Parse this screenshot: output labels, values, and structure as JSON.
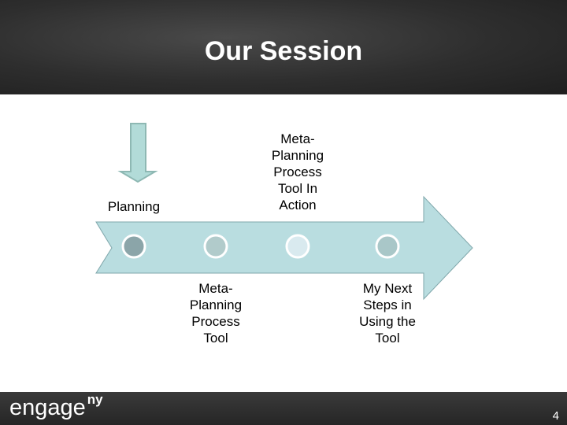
{
  "slide": {
    "title": "Our Session",
    "page_number": "4",
    "logo": {
      "main": "engage",
      "superscript": "ny"
    }
  },
  "timeline": {
    "arrow_color": "#b9dde0",
    "arrow_edge_color": "#7fa7ab",
    "down_arrow_color": "#b2dbd8",
    "down_arrow_edge_color": "#8eb8b3",
    "steps": [
      {
        "label": "Planning",
        "position": "above",
        "dot_color": "#8ba5a9"
      },
      {
        "label": "Meta-\nPlanning\nProcess\nTool",
        "position": "below",
        "dot_color": "#b1cbcb"
      },
      {
        "label": "Meta-\nPlanning\nProcess\nTool In\nAction",
        "position": "above",
        "dot_color": "#d9eaef"
      },
      {
        "label": "My Next\nSteps in\nUsing the\nTool",
        "position": "below",
        "dot_color": "#a9c7c8"
      }
    ]
  }
}
